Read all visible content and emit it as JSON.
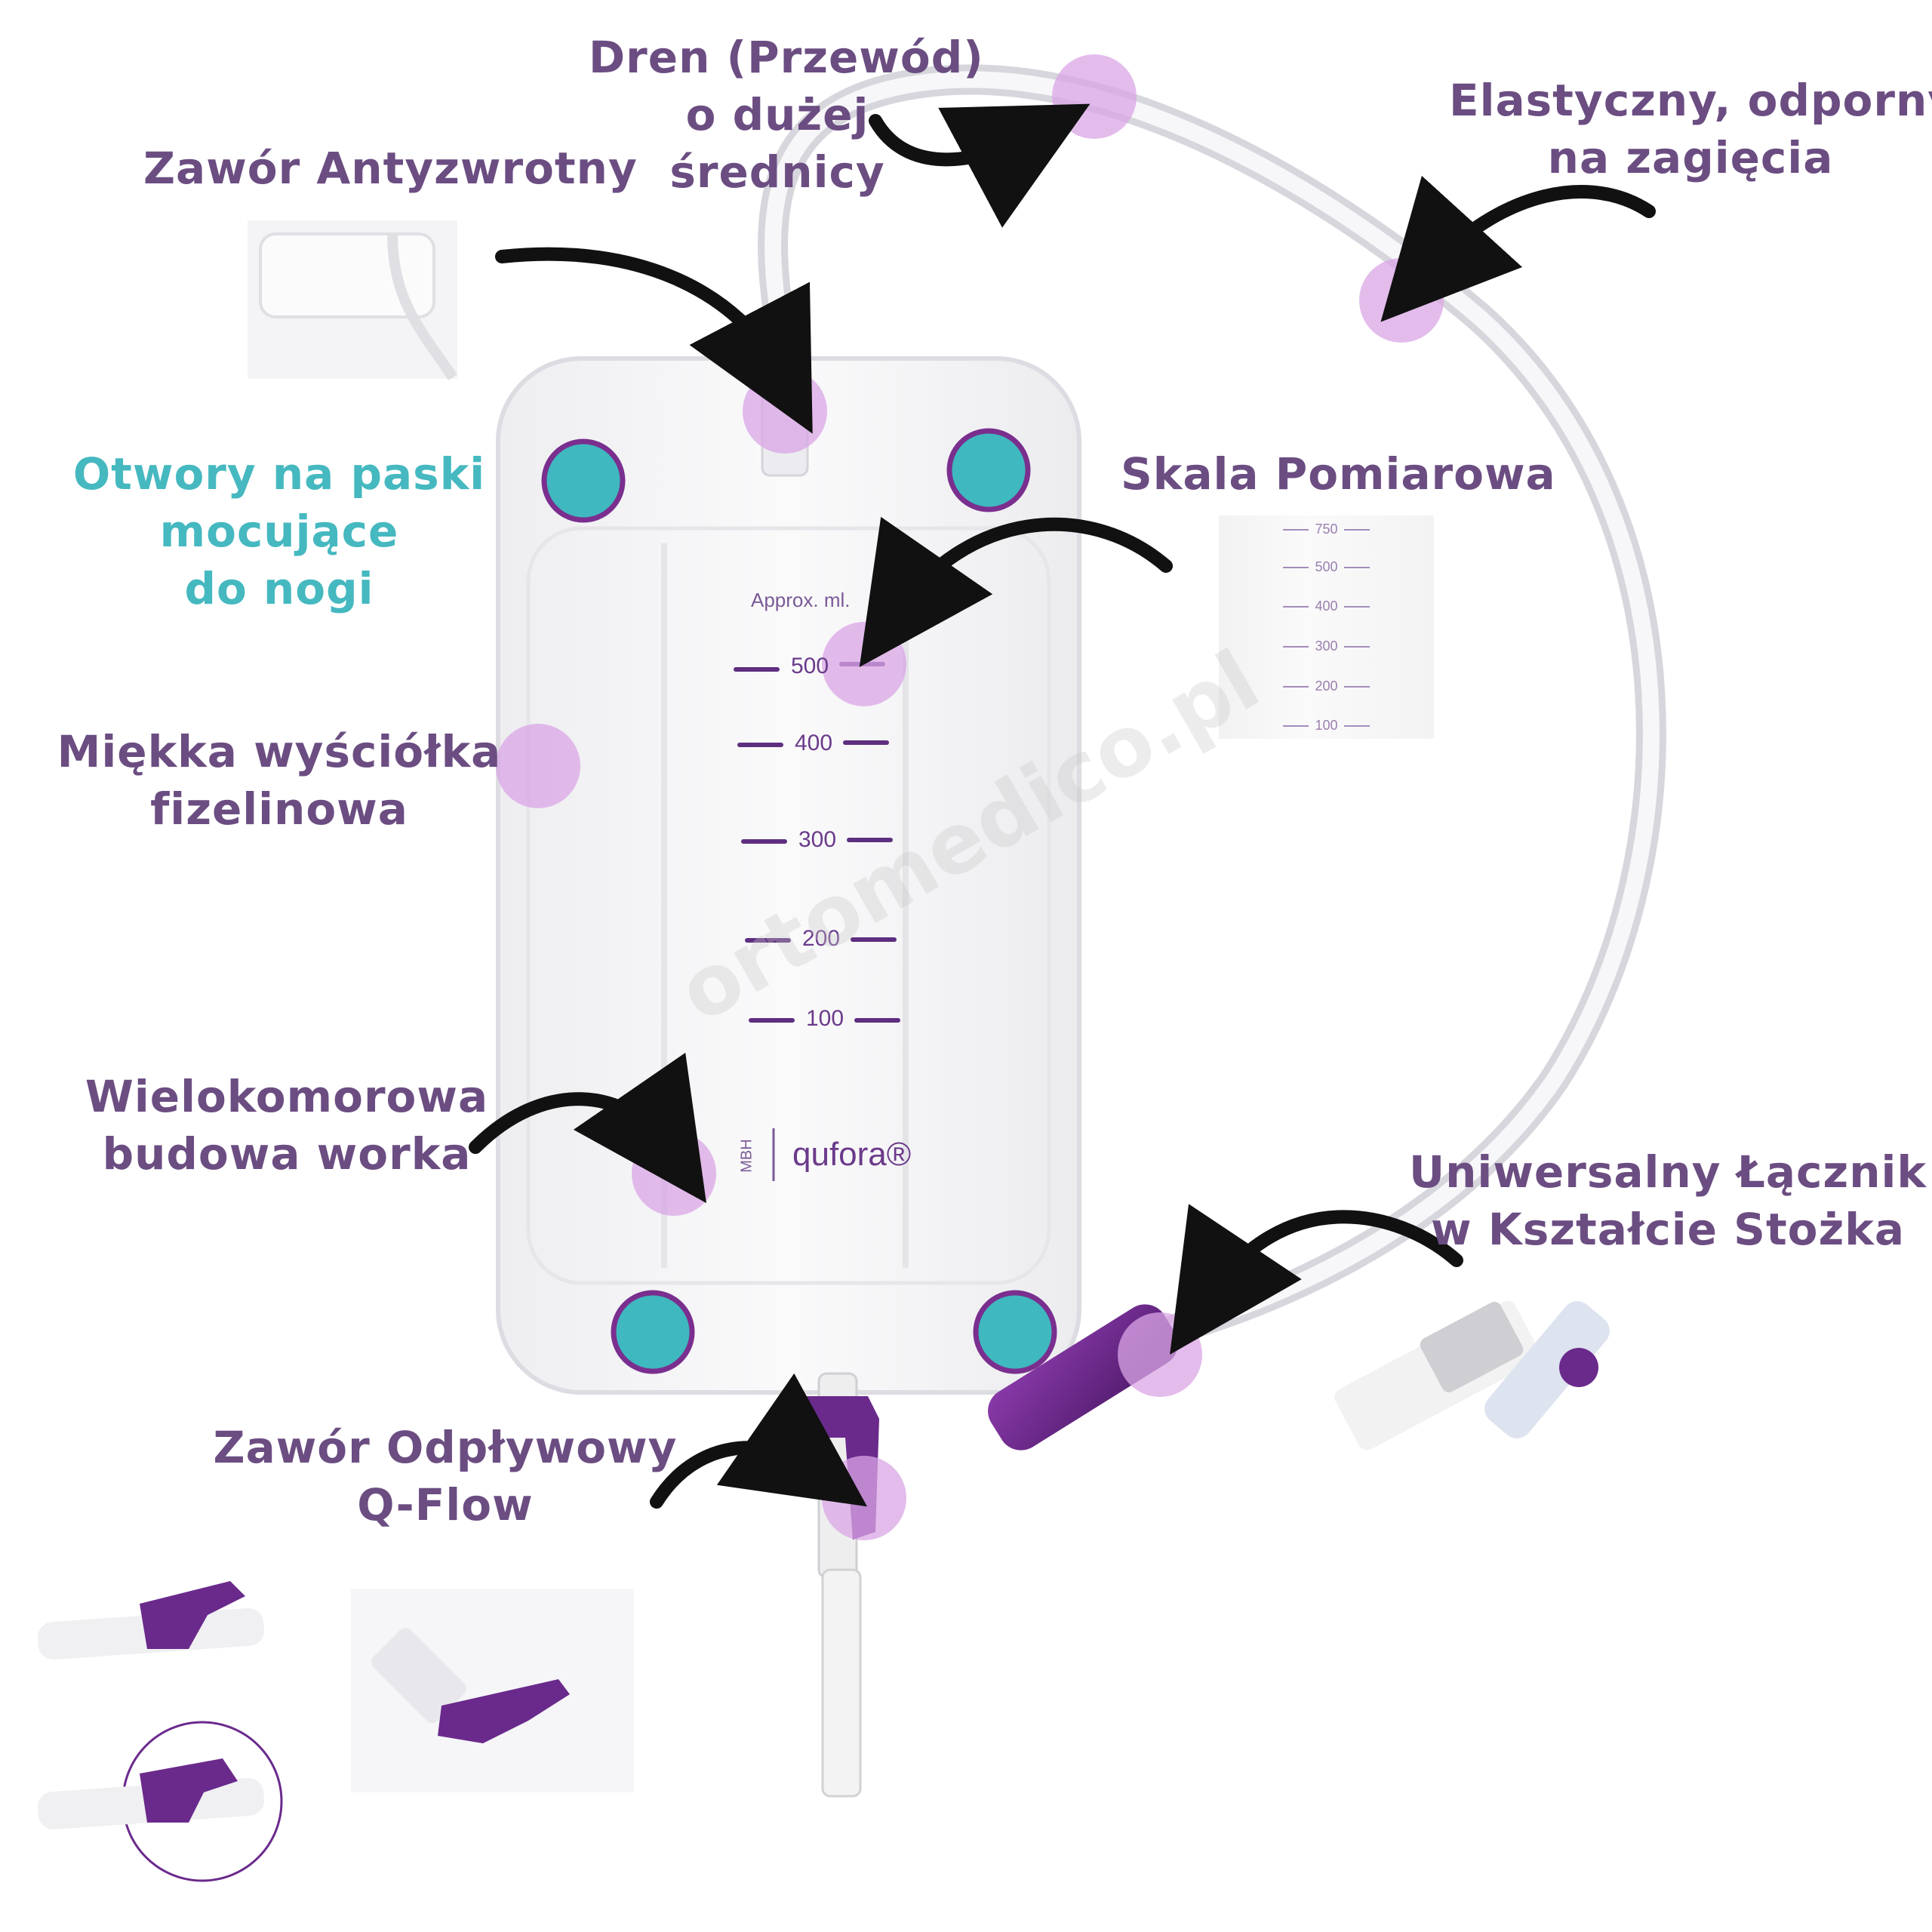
{
  "labels": {
    "dren": [
      "Dren (Przewód)",
      "o dużej",
      "średnicy"
    ],
    "zawor_antyzwrotny": [
      "Zawór Antyzwrotny"
    ],
    "elastyczny": [
      "Elastyczny, odporny",
      "na zagięcia"
    ],
    "otwory": [
      "Otwory na paski",
      "mocujące",
      "do nogi"
    ],
    "skala": [
      "Skala Pomiarowa"
    ],
    "miekka": [
      "Miękka wyściółka",
      "fizelinowa"
    ],
    "wielokomorowa": [
      "Wielokomorowa",
      "budowa worka"
    ],
    "uniwersalny": [
      "Uniwersalny Łącznik",
      "w Kształcie Stożka"
    ],
    "zawor_odplywowy": [
      "Zawór Odpływowy",
      "Q-Flow"
    ]
  },
  "bag_scale": {
    "approx_label": "Approx. ml.",
    "marks": [
      "500",
      "400",
      "300",
      "200",
      "100"
    ]
  },
  "scale_inset": {
    "marks": [
      "750",
      "500",
      "400",
      "300",
      "200",
      "100"
    ]
  },
  "brand": {
    "name": "qufora®",
    "sub": "MBH"
  },
  "watermark": "ortomedico.pl",
  "colors": {
    "label_purple": "#6b4d82",
    "label_teal": "#45b8c0",
    "marker_pink": "#d9a6e6",
    "strap_hole_teal": "#3fb8bf",
    "strap_hole_ring": "#7a2f8f",
    "valve_purple": "#6a2a8c",
    "arrow": "#111111"
  }
}
